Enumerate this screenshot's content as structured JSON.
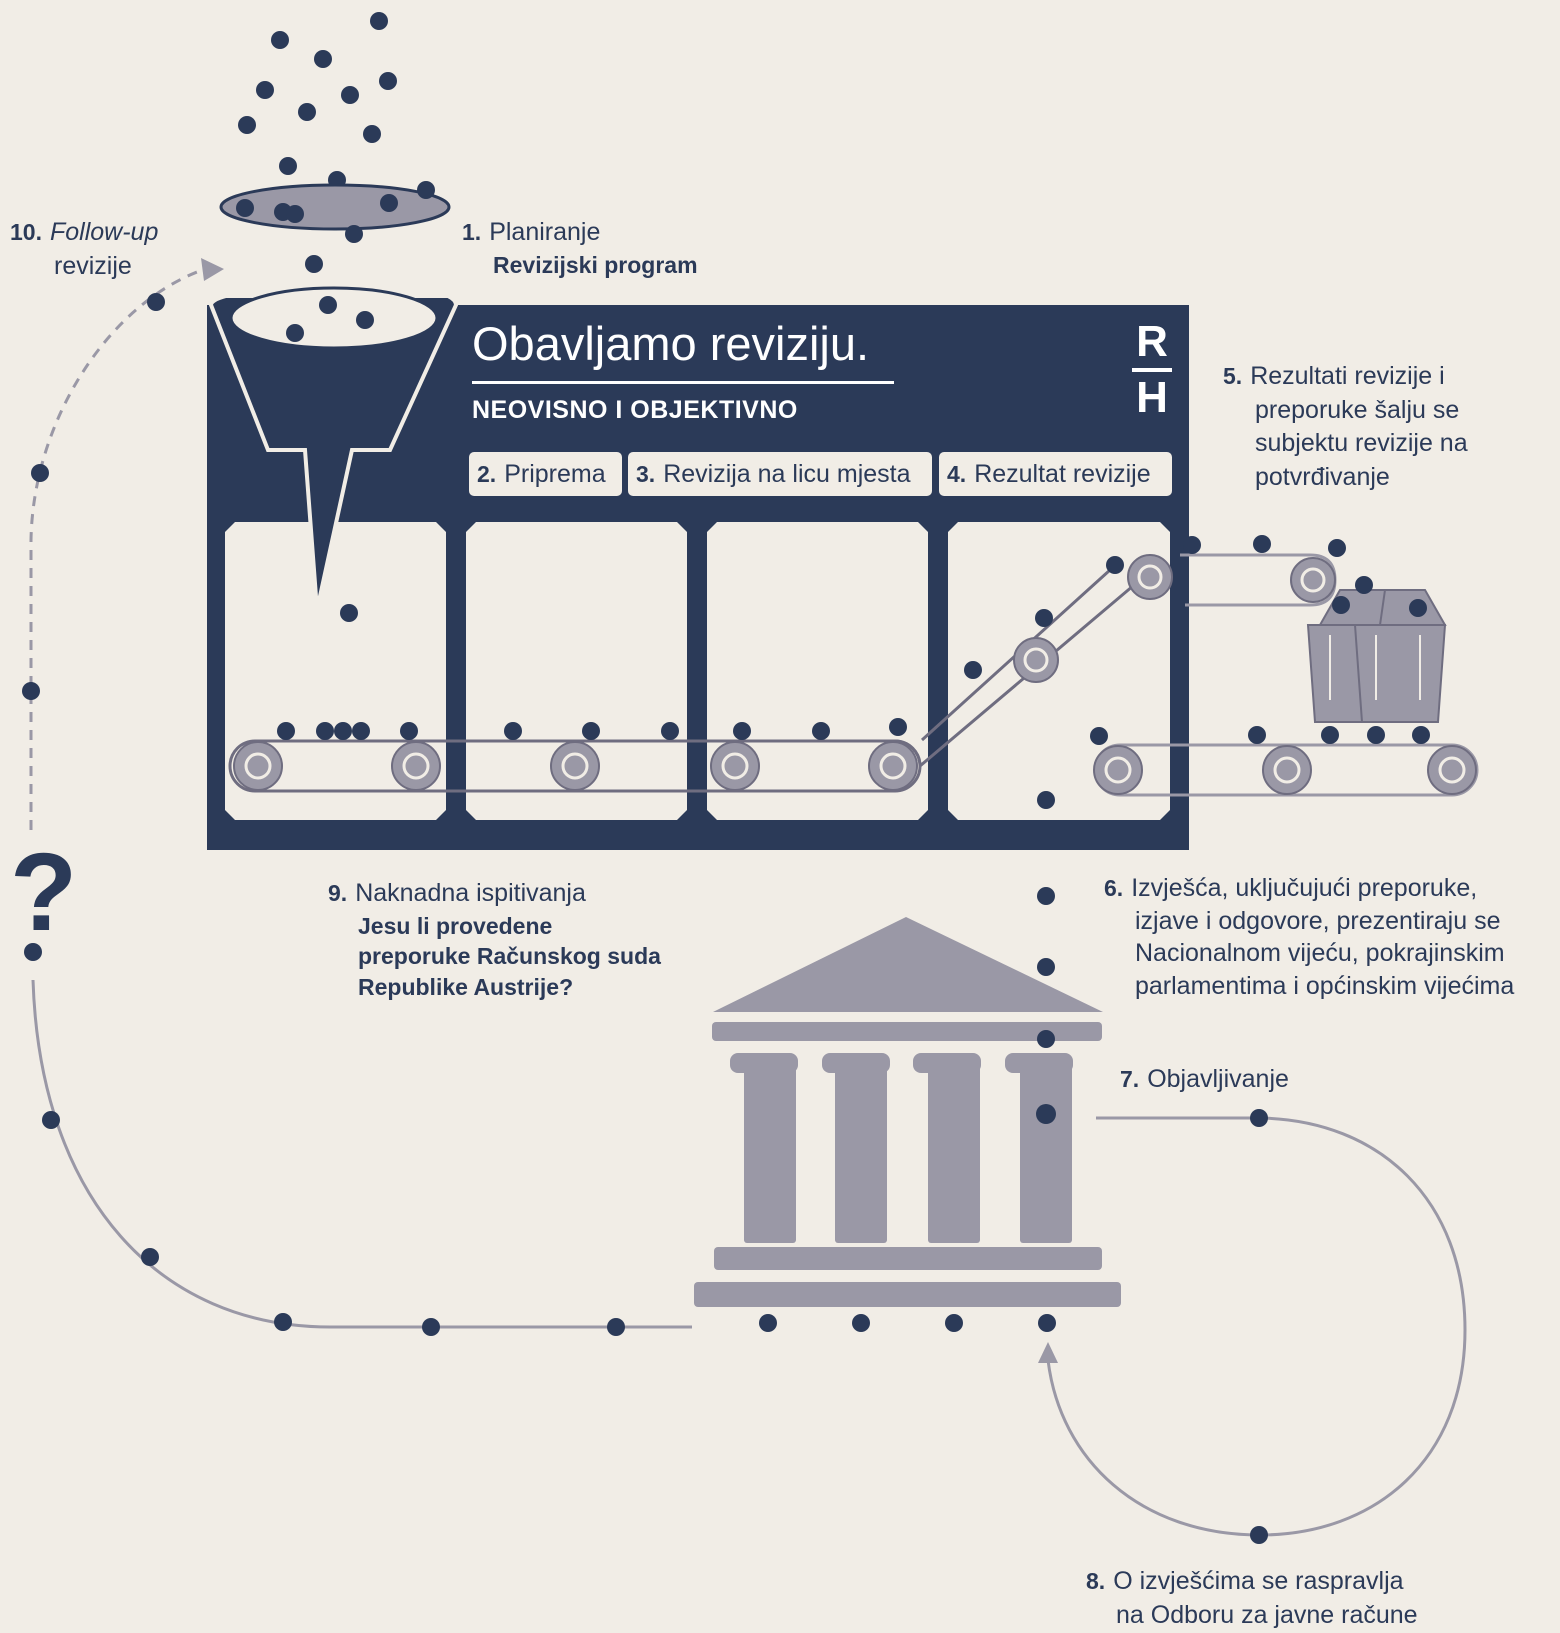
{
  "header": {
    "title": "Obavljamo reviziju.",
    "subtitle": "NEOVISNO I OBJEKTIVNO",
    "logo_top": "R",
    "logo_bottom": "H"
  },
  "tabs": [
    {
      "num": "2.",
      "label": "Priprema"
    },
    {
      "num": "3.",
      "label": "Revizija na licu mjesta"
    },
    {
      "num": "4.",
      "label": "Rezultat revizije"
    }
  ],
  "steps": {
    "s1": {
      "num": "1.",
      "line1": "Planiranje",
      "line2": "Revizijski program"
    },
    "s5": {
      "num": "5.",
      "line1": "Rezultati revizije i",
      "line2": "preporuke šalju se",
      "line3": "subjektu revizije na",
      "line4": "potvrđivanje"
    },
    "s6": {
      "num": "6.",
      "line1": "Izvješća, uključujući preporuke,",
      "line2": "izjave i odgovore, prezentiraju se",
      "line3": "Nacionalnom vijeću, pokrajinskim",
      "line4": "parlamentima i općinskim vijećima"
    },
    "s7": {
      "num": "7.",
      "line1": "Objavljivanje"
    },
    "s8": {
      "num": "8.",
      "line1": "O izvješćima se raspravlja",
      "line2": "na Odboru za javne račune"
    },
    "s9": {
      "num": "9.",
      "line1": "Naknadna ispitivanja",
      "line2": "Jesu li provedene",
      "line3": "preporuke Računskog suda",
      "line4": "Republike Austrije?"
    },
    "s10": {
      "num": "10.",
      "line1": "Follow-up",
      "line2": "revizije"
    }
  },
  "question_mark": "?",
  "colors": {
    "background": "#f1ede6",
    "navy": "#2b3a58",
    "grey": "#9a98a6",
    "dark_dot": "#2b3a58"
  }
}
